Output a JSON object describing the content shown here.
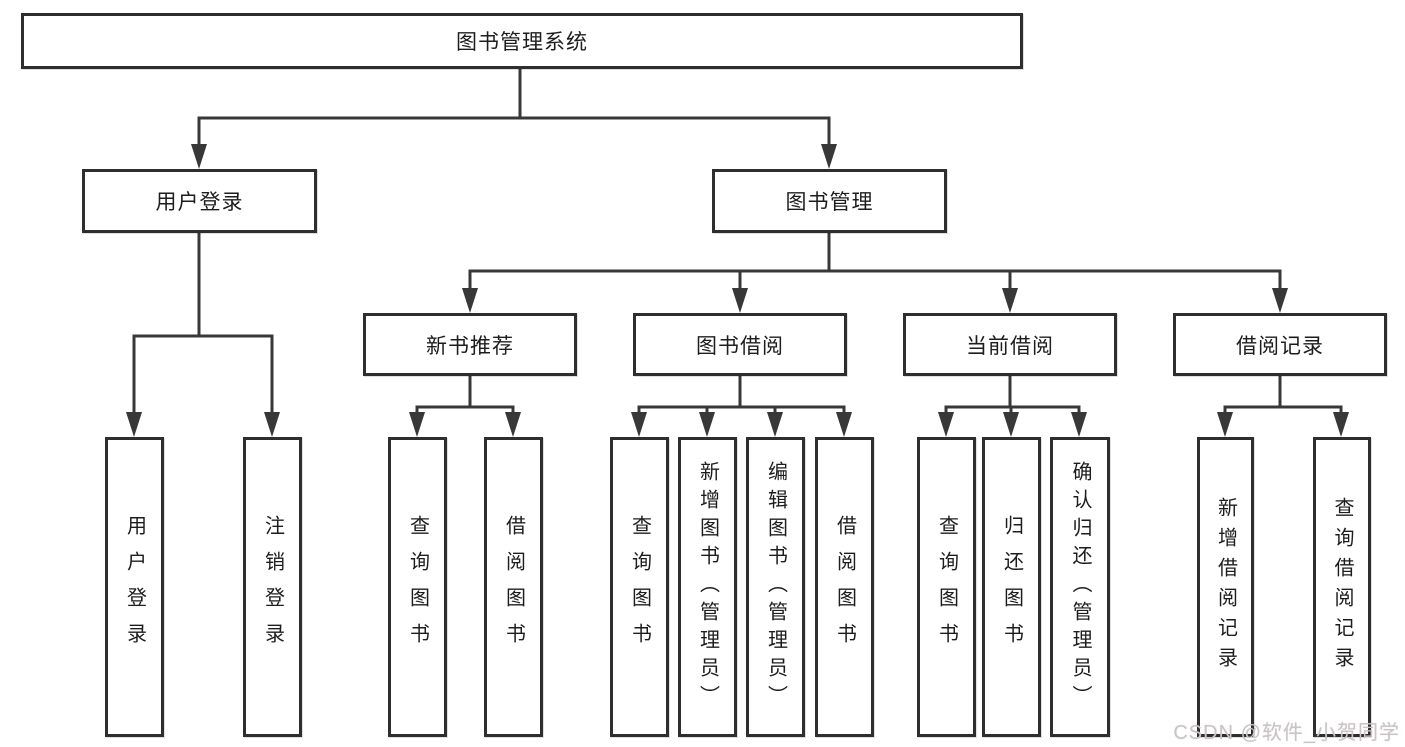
{
  "diagram": {
    "title_node": "图书管理系统",
    "nodes": {
      "root": "图书管理系统",
      "level2": [
        "用户登录",
        "图书管理"
      ],
      "level3": [
        "新书推荐",
        "图书借阅",
        "当前借阅",
        "借阅记录"
      ],
      "leaves": [
        "用户登录",
        "注销登录",
        "查询图书",
        "借阅图书",
        "查询图书",
        "新增图书（管理员）",
        "编辑图书（管理员）",
        "借阅图书",
        "查询图书",
        "归还图书",
        "确认归还（管理员）",
        "新增借阅记录",
        "查询借阅记录"
      ]
    },
    "colors": {
      "line": "#383838",
      "border": "#2e2e2e",
      "text": "#1d1d1d",
      "background": "#ffffff",
      "watermark_text_color": "#c6c6c8"
    }
  },
  "watermark": "CSDN @软件_小贺同学"
}
